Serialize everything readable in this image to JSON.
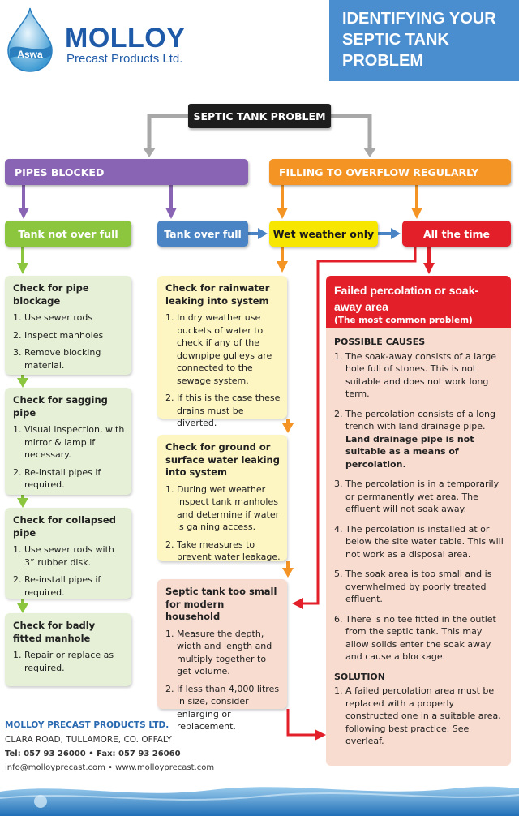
{
  "header": {
    "logo_badge": "Aswa",
    "brand": "MOLLOY",
    "brand_sub": "Precast Products Ltd.",
    "title_lines": [
      "IDENTIFYING YOUR",
      "SEPTIC TANK",
      "PROBLEM"
    ],
    "title_color": "#4a8ed0"
  },
  "flow": {
    "root": "SEPTIC TANK PROBLEM",
    "pipes_blocked": "PIPES BLOCKED",
    "overflow": "FILLING TO OVERFLOW REGULARLY",
    "tank_not_over_full": "Tank not over full",
    "tank_over_full": "Tank over full",
    "wet_weather_only": "Wet weather only",
    "all_the_time": "All the time"
  },
  "green_boxes": [
    {
      "title": "Check for pipe blockage",
      "items": [
        "Use sewer rods",
        "Inspect manholes",
        "Remove blocking material."
      ]
    },
    {
      "title": "Check for sagging pipe",
      "items": [
        "Visual inspection, with mirror & lamp if necessary.",
        "Re-install pipes if required."
      ]
    },
    {
      "title": "Check for collapsed pipe",
      "items": [
        "Use sewer rods with 3” rubber disk.",
        "Re-install pipes if required."
      ]
    },
    {
      "title": "Check for badly fitted manhole",
      "items": [
        "Repair or replace as required."
      ]
    }
  ],
  "yellow_boxes": [
    {
      "title": "Check for rainwater leaking into system",
      "items": [
        "In dry weather use buckets of water to check if any of the downpipe gulleys are connected to the sewage system.",
        "If this is the case these drains must be diverted."
      ]
    },
    {
      "title": "Check for ground or surface water leaking into system",
      "items": [
        "During wet weather inspect tank manholes and determine if water is gaining access.",
        "Take measures to prevent water leakage."
      ]
    }
  ],
  "pink_box": {
    "title": "Septic tank too small for modern household",
    "items": [
      "Measure the depth, width and length and multiply together to get volume.",
      "If less than 4,000 litres in size, consider enlarging or replacement."
    ]
  },
  "percolation": {
    "title": "Failed percolation or soak-away area",
    "subtitle": "(The most common problem)",
    "causes_heading": "POSSIBLE CAUSES",
    "causes": [
      {
        "text": "The soak-away consists of a large hole full of stones. This is not suitable and does not work long term.",
        "bold": ""
      },
      {
        "text": "The percolation consists of a long trench with land drainage pipe.",
        "bold": "Land drainage pipe is not suitable as a means of percolation."
      },
      {
        "text": "The percolation is in a temporarily or permanently wet area. The effluent will not soak away.",
        "bold": ""
      },
      {
        "text": "The percolation is installed at or below the site water table. This will not work as a disposal area.",
        "bold": ""
      },
      {
        "text": "The soak area is too small and is overwhelmed by poorly treated effluent.",
        "bold": ""
      },
      {
        "text": "There is no tee fitted in the outlet from the septic tank. This may allow solids enter the soak away and cause a blockage.",
        "bold": ""
      }
    ],
    "solution_heading": "SOLUTION",
    "solution": "A failed percolation area must be replaced with a properly constructed one in a suitable area, following best practice. See overleaf."
  },
  "footer": {
    "company": "MOLLOY PRECAST PRODUCTS LTD.",
    "address": "CLARA ROAD, TULLAMORE, CO. OFFALY",
    "phone": "Tel: 057 93 26000 • Fax: 057 93 26060",
    "web": "info@molloyprecast.com • www.molloyprecast.com"
  },
  "colors": {
    "purple": "#8a64b4",
    "orange": "#f39425",
    "green": "#8cc63f",
    "blue": "#4a84c4",
    "yellow": "#f7e600",
    "red": "#e3202a",
    "grey_arrow": "#a8a8a8"
  }
}
